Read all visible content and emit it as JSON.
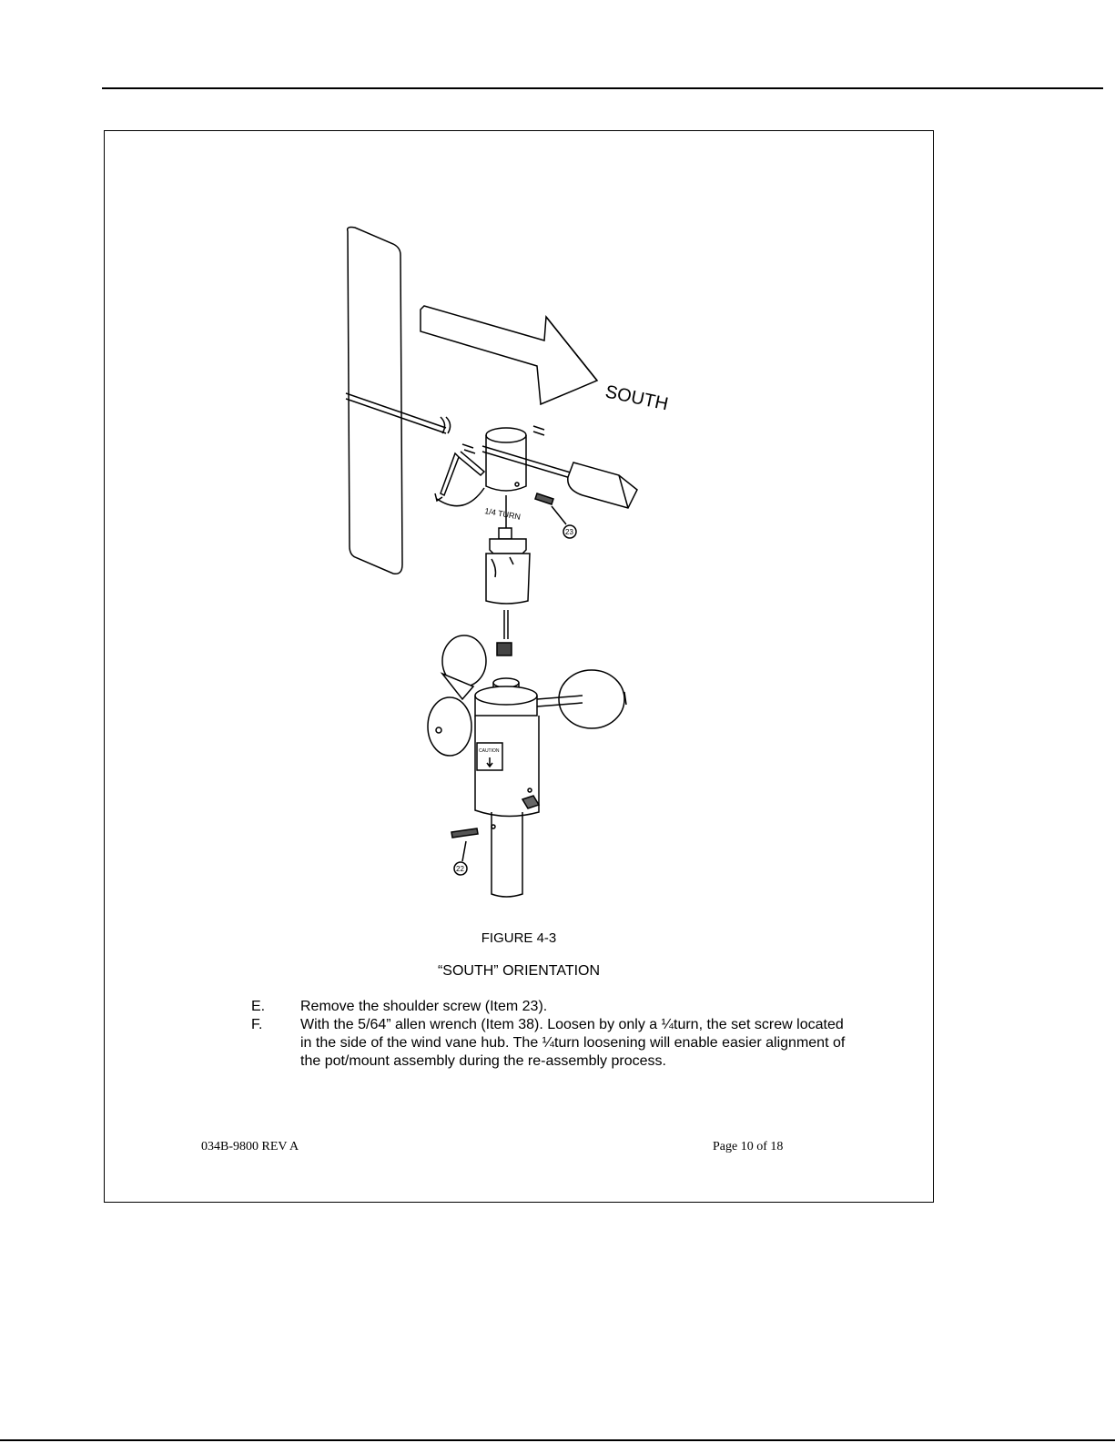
{
  "figure": {
    "direction_label": "SOUTH",
    "turn_label": "1/4 TURN",
    "callout_23": "23",
    "callout_22": "22",
    "caution_label": "CAUTION",
    "caption": "FIGURE 4-3",
    "orientation": "“SOUTH” ORIENTATION"
  },
  "steps": [
    {
      "letter": "E.",
      "text": "Remove the shoulder screw (Item 23)."
    },
    {
      "letter": "F.",
      "text": "With the 5/64” allen wrench (Item 38). Loosen by only a ¼turn, the set screw located in the side of the wind vane hub. The ¼turn loosening will enable easier alignment of the pot/mount assembly during the re-assembly process."
    }
  ],
  "footer": {
    "doc_id": "034B-9800  REV A",
    "page": "Page 10 of 18"
  }
}
